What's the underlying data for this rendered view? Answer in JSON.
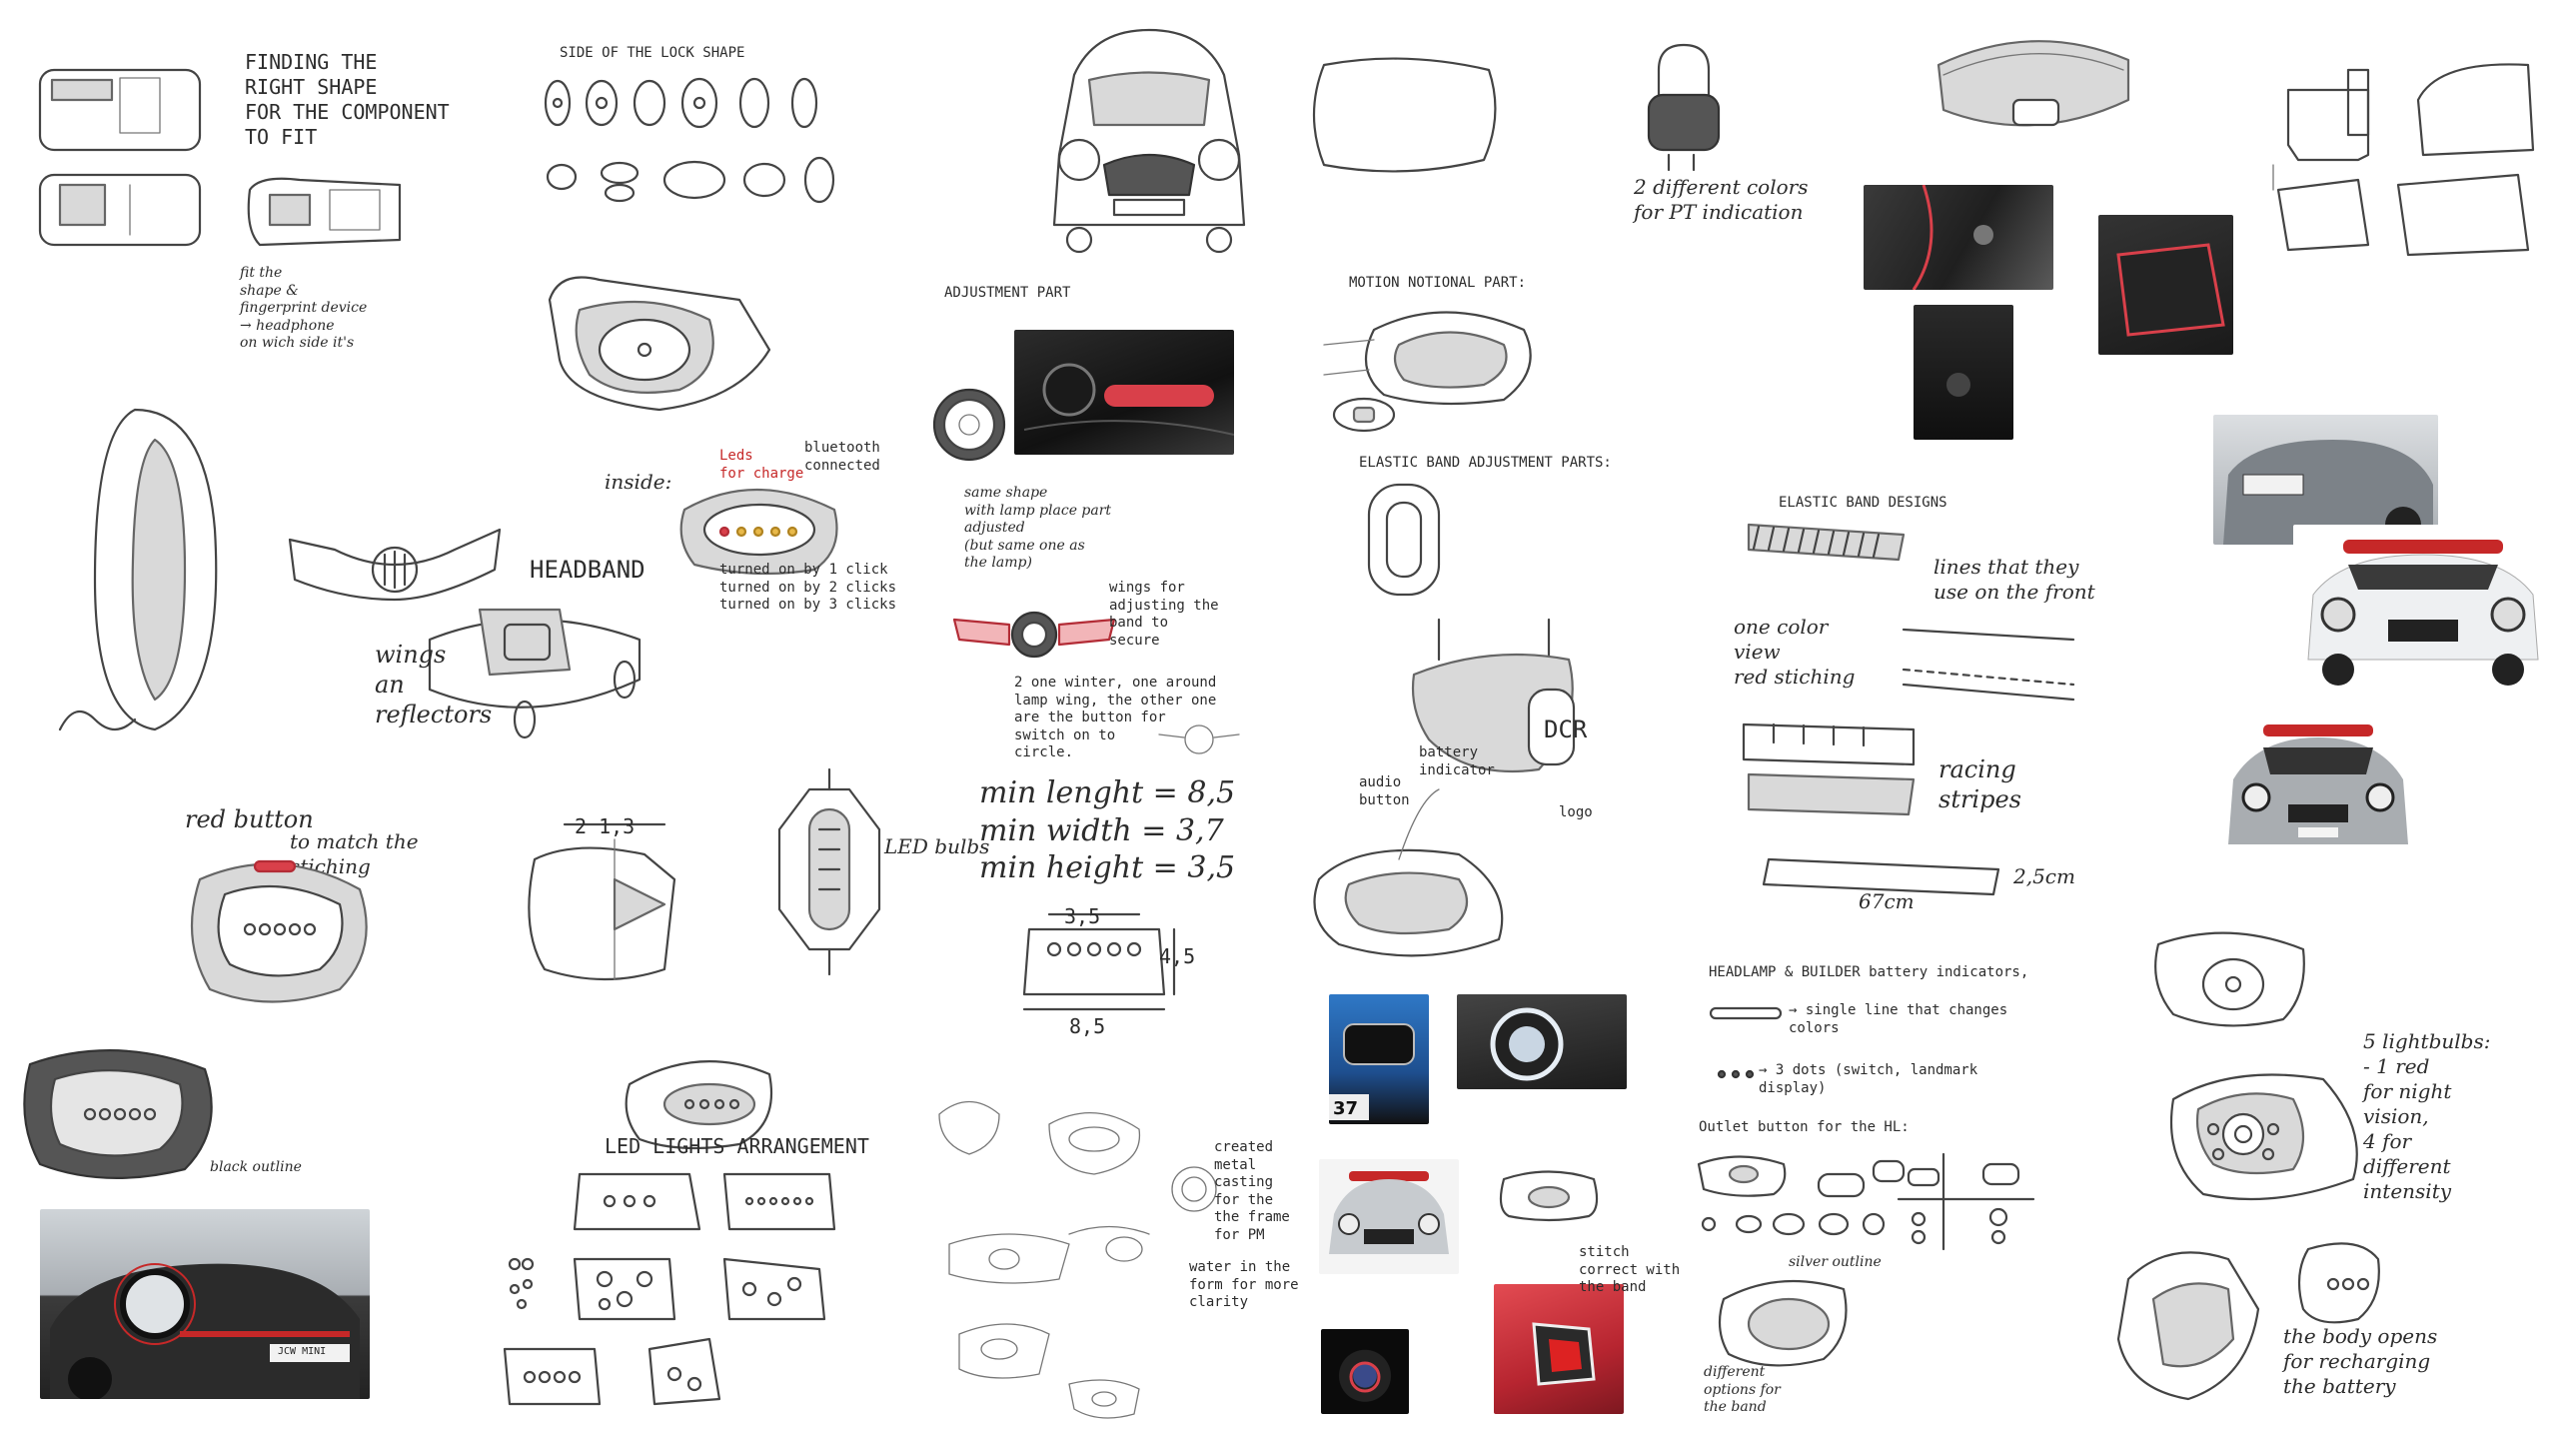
{
  "notes": {
    "finding_shape": "FINDING THE\nRIGHT SHAPE\nFOR THE COMPONENT\nTO FIT",
    "fit_note": "fit the\nshape &\nfingerprint device\n→ headphone\non wich side it's",
    "side_lock_shape": "SIDE OF THE LOCK SHAPE",
    "inside": "inside:",
    "led_note_red": "Leds\nfor charge",
    "led_note": "bluetooth\nconnected",
    "led_list": "turned on by 1 click\nturned on by 2 clicks\nturned on by 3 clicks",
    "headband": "HEADBAND",
    "wings": "wings\nan\nreflectors",
    "red_button": "red button",
    "match_stitch": "to match the\nstiching\non the\nband",
    "black_outline": "black outline",
    "adjustment_part": "ADJUSTMENT PART",
    "lamp_note": "same shape\nwith lamp place part\nadjusted\n(but same one as\nthe lamp)",
    "wing_note": "wings for\nadjusting the\nband to\nsecure",
    "circle_note": "2 one winter, one around\nlamp wing, the other one\nare the button for\nswitch on to\ncircle.",
    "dims": "min lenght = 8,5\nmin width = 3,7\nmin height = 3,5",
    "dim_85": "8,5",
    "dim_35": "3,5",
    "dim_45": "4,5",
    "dim_small": "2  1,3",
    "led_bulbs": "LED bulbs",
    "led_lights": "LED LIGHTS ARRANGEMENT",
    "two_colors": "2 different colors\nfor PT indication",
    "motion_notional": "MOTION NOTIONAL PART:",
    "elastic_adj": "ELASTIC BAND ADJUSTMENT PARTS:",
    "elastic_designs": "ELASTIC BAND DESIGNS",
    "lines_note": "lines that they\nuse on the front",
    "one_color": "one color\nview\nred stiching",
    "racing": "racing\nstripes",
    "len_67": "67cm",
    "len_25": "2,5cm",
    "headlamp_ind": "HEADLAMP & BUILDER battery indicators,",
    "single_line": "→ single line that changes\ncolors",
    "three_dots": "→ 3 dots (switch, landmark\ndisplay)",
    "outlet_button": "Outlet button for the HL:",
    "silver_outline": "silver outline",
    "diff_options": "different\noptions for\nthe band",
    "five_bulbs": "5 lightbulbs:\n- 1 red\nfor night\nvision,\n4 for\ndifferent\nintensity",
    "body_opens": "the body opens\nfor recharging\nthe battery",
    "battery_label": "battery\nindicator",
    "audio_label": "audio\nbutton",
    "logo_label": "logo",
    "dcr": "DCR",
    "plate_37": "37",
    "plate_text": "JCW MINI",
    "water_note": "water in the\nform for more\nclarity",
    "metal_note": "created\nmetal\ncasting\nfor the\nthe frame\nfor PM",
    "stitch_note": "stitch\ncorrect with\nthe band"
  },
  "colors": {
    "red": "#c62828",
    "ink": "#333333",
    "car_grey": "#9aa0a6",
    "car_dark": "#2b2b2b"
  }
}
